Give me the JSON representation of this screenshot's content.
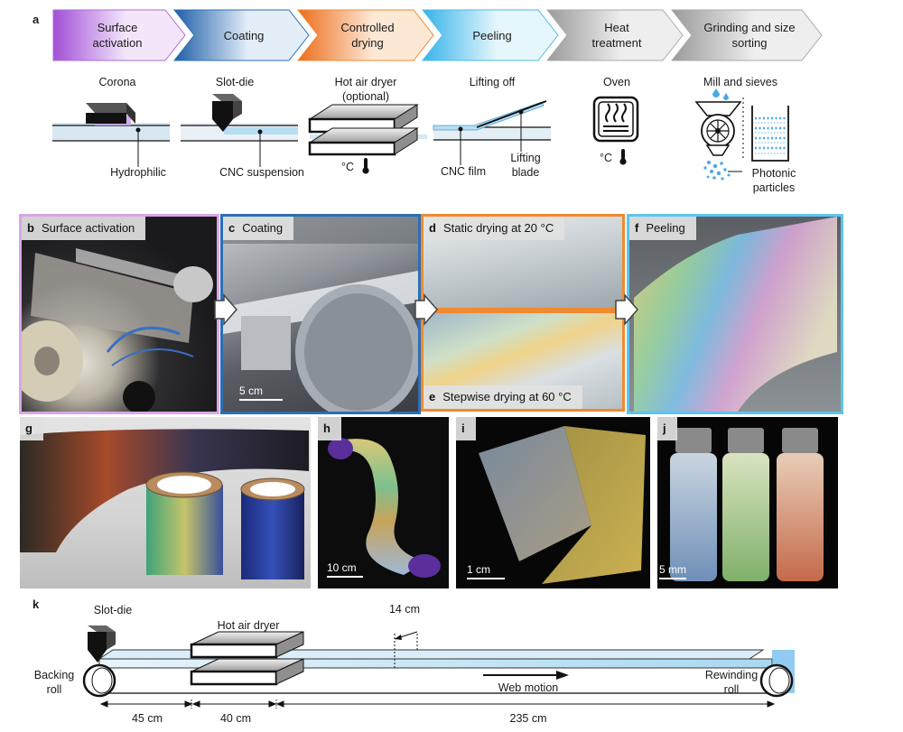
{
  "panel_a": {
    "label": "a",
    "steps": [
      {
        "label": "Surface\nactivation",
        "color": "#c98ee6"
      },
      {
        "label": "Coating",
        "color": "#2a6fb5"
      },
      {
        "label": "Controlled\ndrying",
        "color": "#f08a30"
      },
      {
        "label": "Peeling",
        "color": "#5fc4ee"
      },
      {
        "label": "Heat\ntreatment",
        "color": "#c8c8c8"
      },
      {
        "label": "Grinding and size\nsorting",
        "color": "#c8c8c8"
      }
    ],
    "tools": {
      "corona": "Corona",
      "slot_die": "Slot-die",
      "dryer": "Hot air dryer\n(optional)",
      "lifting": "Lifting off",
      "oven": "Oven",
      "mill": "Mill and sieves"
    },
    "callouts": {
      "hydrophilic": "Hydrophilic",
      "cnc_suspension": "CNC suspension",
      "dryer_temp": "°C",
      "cnc_film": "CNC film",
      "lifting_blade": "Lifting\nblade",
      "oven_temp": "°C",
      "photonic": "Photonic\nparticles"
    }
  },
  "photos": {
    "b": {
      "label": "b",
      "title": "Surface activation",
      "border": "#d9a6e6"
    },
    "c": {
      "label": "c",
      "title": "Coating",
      "border": "#2a6fb5",
      "scale": "5 cm"
    },
    "d": {
      "label": "d",
      "title": "Static drying at 20 °C",
      "border": "#f08a30"
    },
    "e": {
      "label": "e",
      "title": "Stepwise drying at 60 °C",
      "border": "#f08a30"
    },
    "f": {
      "label": "f",
      "title": "Peeling",
      "border": "#5fc4ee"
    },
    "g": {
      "label": "g"
    },
    "h": {
      "label": "h",
      "scale": "10 cm"
    },
    "i": {
      "label": "i",
      "scale": "1 cm"
    },
    "j": {
      "label": "j",
      "scale": "5 mm"
    }
  },
  "panel_k": {
    "label": "k",
    "slot_die": "Slot-die",
    "dryer": "Hot air dryer",
    "height": "14 cm",
    "backing_roll": "Backing\nroll",
    "rewinding_roll": "Rewinding\nroll",
    "web_motion": "Web motion",
    "dims": [
      "45 cm",
      "40 cm",
      "235 cm"
    ]
  }
}
